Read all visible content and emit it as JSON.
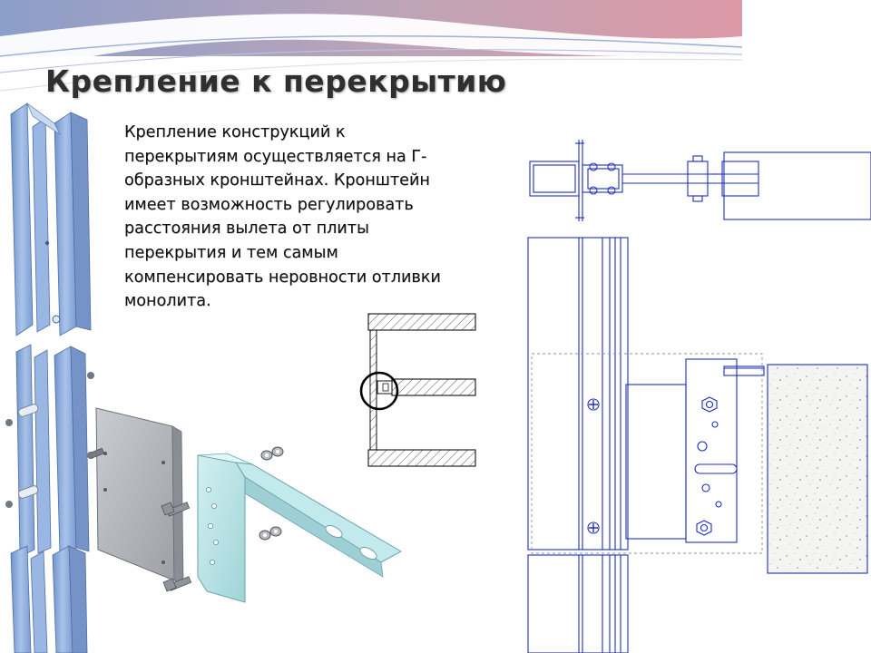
{
  "slide": {
    "title": "Крепление к перекрытию",
    "body_text": "Крепление конструкций к\nперекрытиям осуществляется на Г-\nобразных кронштейнах. Кронштейн\nимеет возможность регулировать\nрасстояния вылета от плиты\nперекрытия и тем самым\nкомпенсировать неровности отливки\nмонолита."
  },
  "figures": {
    "profiles_3d": {
      "icon": "aluminium-profile-illustration"
    },
    "bracket_3d": {
      "icon": "l-bracket-illustration"
    },
    "section_detail": {
      "icon": "section-detail-drawing"
    },
    "plan_top": {
      "icon": "plan-view-drawing"
    },
    "elevation": {
      "icon": "elevation-drawing"
    }
  },
  "colors": {
    "profile_blue": "#8fb0de",
    "plate_grey": "#b3b6ba",
    "bracket_mint": "#b8e4e6",
    "drawing_blue": "#1f2dbf",
    "wave_pink": "#d98d9c",
    "wave_blue": "#7f93c4"
  }
}
